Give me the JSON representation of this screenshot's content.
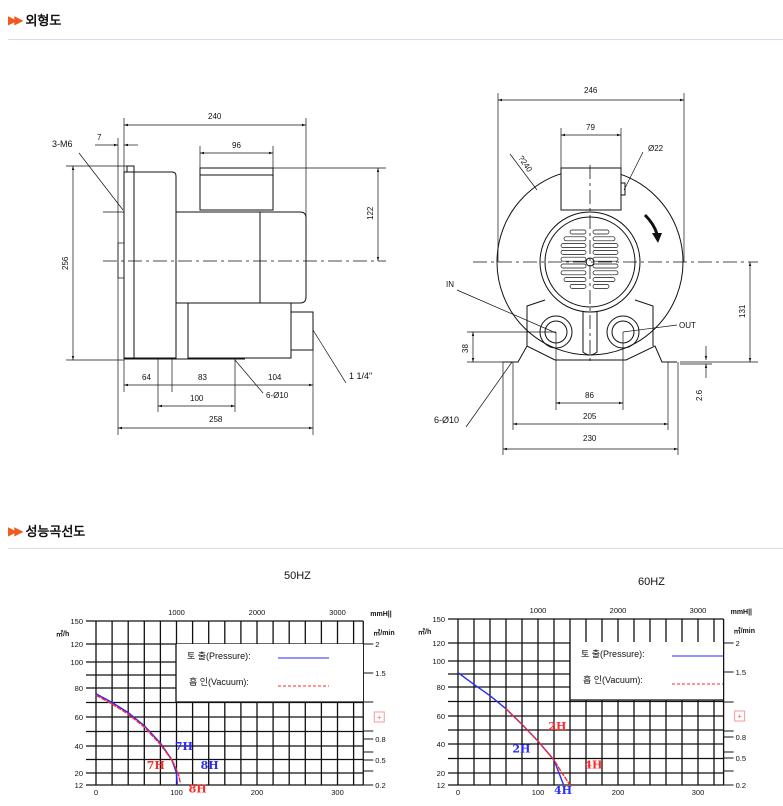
{
  "sections": {
    "outline_title": "외형도",
    "performance_title": "성능곡선도"
  },
  "icons": {
    "section_marker": "double-chevron-right-icon",
    "marker_color": "#f05a1e"
  },
  "drawings": {
    "side": {
      "width_240": "240",
      "gap_7": "7",
      "bolt": "3-M6",
      "box_96": "96",
      "height_122": "122",
      "height_256": "256",
      "base_64": "64",
      "base_83": "83",
      "base_104": "104",
      "base_100": "100",
      "holes": "6-Ø10",
      "total_258": "258",
      "pipe": "1 1/4\""
    },
    "front": {
      "width_246": "246",
      "box_79": "79",
      "dia_22": "Ø22",
      "radius_240": "?240",
      "inlet": "IN",
      "outlet": "OUT",
      "h_38": "38",
      "h_131": "131",
      "t_26": "2.6",
      "w_86": "86",
      "w_205": "205",
      "w_230": "230",
      "holes": "6-Ø10"
    }
  },
  "chart_data": [
    {
      "type": "line",
      "title": "50HZ",
      "xlabel_bottom_ticks": [
        "0",
        "100",
        "200",
        "300"
      ],
      "x_top_ticks": [
        "1000",
        "2000",
        "3000"
      ],
      "x_top_unit": "mmH||",
      "y_left_unit": "㎥/h",
      "y_left_ticks": [
        150,
        120,
        100,
        80,
        60,
        40,
        20,
        12
      ],
      "y_right_unit": "㎥/min",
      "y_right_ticks": [
        "2",
        "1.5",
        "0.8",
        "0.5",
        "0.2"
      ],
      "xlim": [
        0,
        332
      ],
      "ylim": [
        12,
        150
      ],
      "legend": {
        "pressure": "토 출(Pressure):",
        "vacuum": "흡 인(Vacuum):",
        "position": "top-right"
      },
      "series": [
        {
          "name": "Pressure",
          "color": "#2a2aff",
          "points": [
            [
              0,
              76
            ],
            [
              20,
              70
            ],
            [
              40,
              63
            ],
            [
              60,
              54
            ],
            [
              80,
              42
            ],
            [
              94,
              30
            ],
            [
              100,
              20
            ],
            [
              101,
              12
            ]
          ]
        },
        {
          "name": "Vacuum",
          "color": "#ff2a2a",
          "points": [
            [
              0,
              75
            ],
            [
              20,
              69
            ],
            [
              40,
              62
            ],
            [
              60,
              53
            ],
            [
              80,
              41
            ],
            [
              95,
              29
            ],
            [
              102,
              20
            ],
            [
              105,
              13
            ]
          ]
        }
      ],
      "annotations": [
        {
          "text": "7H",
          "color": "#2a2aff",
          "x": 98,
          "y": 37
        },
        {
          "text": "7H",
          "color": "#ff2a2a",
          "x": 63,
          "y": 23
        },
        {
          "text": "8H",
          "color": "#2a2aff",
          "x": 130,
          "y": 23
        },
        {
          "text": "8H",
          "color": "#ff2a2a",
          "x": 115,
          "y": 7
        }
      ]
    },
    {
      "type": "line",
      "title": "60HZ",
      "xlabel_bottom_ticks": [
        "0",
        "100",
        "200",
        "300"
      ],
      "x_top_ticks": [
        "1000",
        "2000",
        "3000"
      ],
      "x_top_unit": "mmH||",
      "y_left_unit": "㎥/h",
      "y_left_ticks": [
        150,
        120,
        100,
        80,
        60,
        40,
        20,
        12
      ],
      "y_right_unit": "㎥/min",
      "y_right_ticks": [
        "2",
        "1.5",
        "0.8",
        "0.5",
        "0.2"
      ],
      "xlim": [
        0,
        332
      ],
      "ylim": [
        12,
        150
      ],
      "legend": {
        "pressure": "토 출(Pressure):",
        "vacuum": "흡 인(Vacuum):",
        "position": "top-right"
      },
      "series": [
        {
          "name": "Pressure",
          "color": "#2a2aff",
          "points": [
            [
              0,
              91
            ],
            [
              20,
              82
            ],
            [
              40,
              74
            ],
            [
              60,
              65
            ],
            [
              80,
              54
            ],
            [
              100,
              42
            ],
            [
              120,
              29
            ],
            [
              132,
              12
            ]
          ]
        },
        {
          "name": "Vacuum",
          "color": "#ff2a2a",
          "points": [
            [
              60,
              65
            ],
            [
              80,
              54
            ],
            [
              100,
              42
            ],
            [
              120,
              29
            ],
            [
              130,
              20
            ],
            [
              140,
              12
            ]
          ]
        }
      ],
      "annotations": [
        {
          "text": "2H",
          "color": "#ff2a2a",
          "x": 113,
          "y": 50
        },
        {
          "text": "2H",
          "color": "#2a2aff",
          "x": 68,
          "y": 34
        },
        {
          "text": "4H",
          "color": "#ff2a2a",
          "x": 158,
          "y": 23
        },
        {
          "text": "4H",
          "color": "#2a2aff",
          "x": 120,
          "y": 6
        }
      ]
    }
  ]
}
